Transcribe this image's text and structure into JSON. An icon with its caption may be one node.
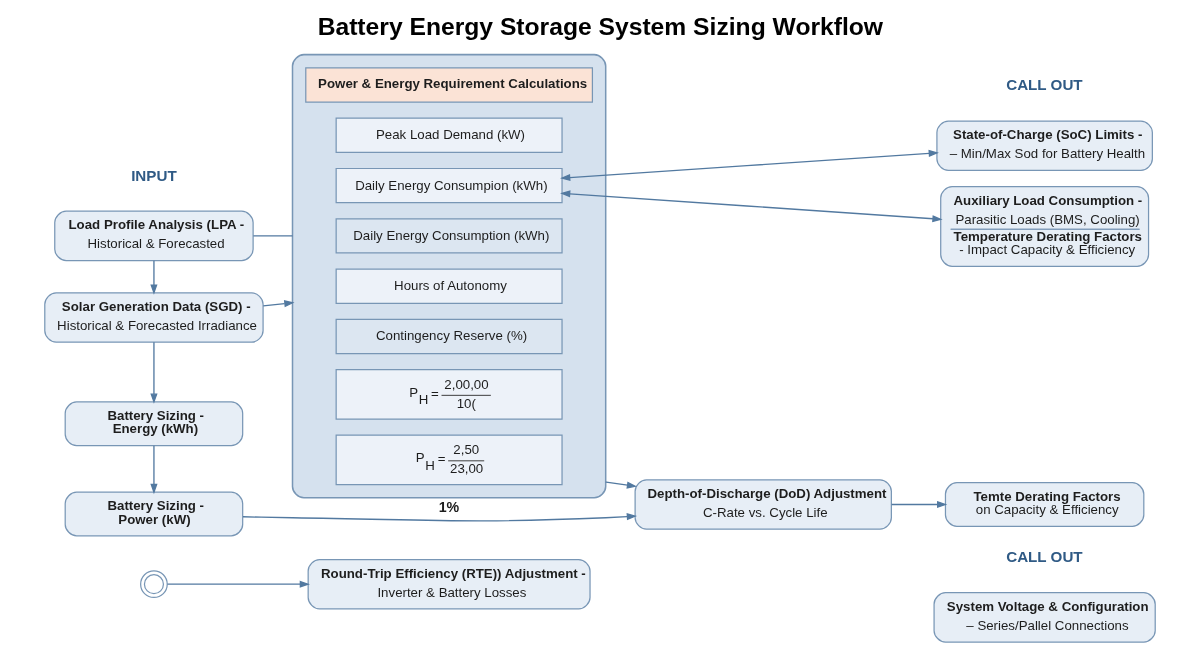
{
  "diagram": {
    "title": "Battery Energy Storage System Sizing Workflow",
    "nodes": [
      {
        "text": [
          "Load Profile Analysis (LPA -",
          "Historical & Forecasted"
        ]
      },
      {
        "text": [
          "Solar Generation Data (SGD) -",
          "Historical & Forecasted Irradiance"
        ]
      },
      {
        "text": [
          "Battery Sizing - Energy (kWh)"
        ]
      },
      {
        "text": [
          "Battery Sizing - Power (kW)"
        ]
      },
      {
        "text": [],
        "shape": "circle"
      },
      {
        "text": [],
        "shape": "box"
      },
      {
        "text": [
          "Power & Energy Requirement Calculations"
        ],
        "in": 5
      },
      {
        "text": [
          "Peak Load Demand (kW)"
        ],
        "in": 5
      },
      {
        "text": [
          "Daily Energy Consumpion (kWh)"
        ],
        "in": 5
      },
      {
        "text": [
          "Daily Energy Consumption (kWh)"
        ],
        "in": 5
      },
      {
        "text": [
          "Hours of Autonomy"
        ],
        "in": 5
      },
      {
        "text": [
          "Contingency Reserve (%)"
        ],
        "in": 5
      },
      {
        "text": [
          "P$_{H}$ =",
          "2,00,00",
          "10("
        ],
        "in": 5
      },
      {
        "text": [
          "P$_{H}$ =",
          "2,50",
          "23,00"
        ],
        "in": 5
      },
      {
        "text": [
          "Depth-of-Discharge (DoD) Adjustment",
          "C-Rate vs. Cycle Life"
        ]
      },
      {
        "text": [
          "Round-Trip Efficiency (RTE)) Adjustment -",
          "Inverter & Battery Losses"
        ]
      },
      {
        "text": [
          "State-of-Charge (SoC) Limits -",
          "– Min/Max Sod for Battery Health"
        ]
      },
      {
        "text": [
          "Auxiliary Load Consumption -",
          "Parasitic Loads (BMS, Cooling)",
          "**Temperature Derating Factors** - Impact Capacity & Efficiency"
        ]
      },
      {
        "text": [
          "**Temte Derating Factors** on Capacity & Efficiency"
        ]
      },
      {
        "text": [
          "System Voltage & Configuration",
          "– Series/Pallel Connections"
        ]
      }
    ],
    "edges": [
      {
        "from": 0,
        "to": 5,
        "arrow": "none"
      },
      {
        "from": 0,
        "to": 1,
        "arrow": "to"
      },
      {
        "from": 1,
        "to": 5,
        "arrow": "to"
      },
      {
        "from": 1,
        "to": 2,
        "arrow": "to"
      },
      {
        "from": 2,
        "to": 3,
        "arrow": "to"
      },
      {
        "from": 3,
        "to": 14,
        "arrow": "to",
        "label": "1%"
      },
      {
        "from": 5,
        "to": 14,
        "arrow": "to"
      },
      {
        "from": 4,
        "to": 15,
        "arrow": "to"
      },
      {
        "from": 8,
        "to": 16,
        "arrow": "both"
      },
      {
        "from": 8,
        "to": 17,
        "arrow": "both"
      },
      {
        "from": 14,
        "to": 18,
        "arrow": "to"
      }
    ],
    "labels": [
      "INPUT",
      "CALL OUT",
      "CALL OUT"
    ]
  }
}
